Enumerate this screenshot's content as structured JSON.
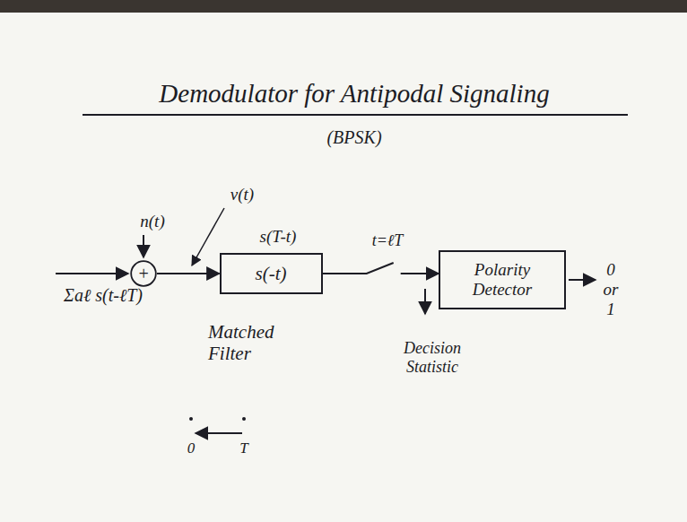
{
  "diagram": {
    "title": "Demodulator for Antipodal Signaling",
    "nodes": [
      {
        "text": [
          "+"
        ]
      },
      {
        "text": [
          "s(-t)"
        ]
      },
      {
        "text": [
          "Polarity Detector"
        ]
      }
    ],
    "edges": [
      {
        "from": 0,
        "to": 1,
        "arrow": "to"
      },
      {
        "from": 1,
        "to": 2,
        "arrow": "to"
      }
    ],
    "labels": [
      "(BPSK)",
      "n(t)",
      "v(t)",
      "s(T-t)",
      "Σaℓ s(t-ℓT)",
      "Matched Filter",
      "t=ℓT",
      "Decision Statistic",
      "0 or 1",
      "0",
      "T"
    ]
  }
}
